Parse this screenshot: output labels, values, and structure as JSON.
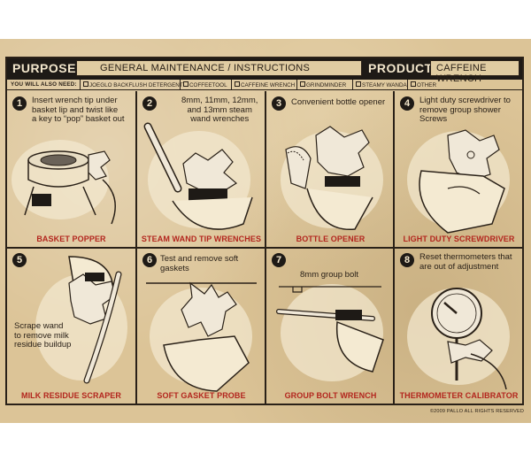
{
  "header": {
    "purpose_label": "PURPOSE:",
    "purpose_value": "GENERAL MAINTENANCE /  INSTRUCTIONS",
    "product_label": "PRODUCT:",
    "product_value": "CAFFEINE WRENCH"
  },
  "needs": {
    "label": "YOU WILL ALSO NEED:",
    "items": [
      "JOEGLO BACKFLUSH DETERGENT",
      "COFFEETOOL",
      "CAFFEINE WRENCH",
      "GRINDMINDER",
      "STEAMY WANDA",
      "OTHER"
    ]
  },
  "panels": [
    {
      "number": "1",
      "text": [
        "Insert wrench tip under",
        "basket lip and twist like",
        "a key to “pop” basket out"
      ],
      "title": "BASKET POPPER"
    },
    {
      "number": "2",
      "text": [
        "8mm, 11mm, 12mm,",
        "and 13mm steam",
        "wand wrenches"
      ],
      "title": "STEAM WAND TIP WRENCHES"
    },
    {
      "number": "3",
      "text": [
        "Convenient bottle opener"
      ],
      "title": "BOTTLE OPENER"
    },
    {
      "number": "4",
      "text": [
        "Light duty screwdriver to",
        "remove group shower",
        "Screws"
      ],
      "title": "LIGHT DUTY SCREWDRIVER"
    },
    {
      "number": "5",
      "text": [
        "Scrape wand",
        "to remove milk",
        "residue buildup"
      ],
      "title": "MILK RESIDUE SCRAPER"
    },
    {
      "number": "6",
      "text": [
        "Test and remove soft gaskets"
      ],
      "title": "SOFT GASKET PROBE"
    },
    {
      "number": "7",
      "text": [
        "8mm group bolt"
      ],
      "title": "GROUP BOLT WRENCH"
    },
    {
      "number": "8",
      "text": [
        "Reset thermometers that",
        "are out of adjustment"
      ],
      "title": "THERMOMETER CALIBRATOR"
    }
  ],
  "copyright": "©2009 PALLO ALL RIGHTS RESERVED",
  "colors": {
    "ink": "#2a2118",
    "paper": "#dcc497",
    "title_red": "#b3261e"
  }
}
